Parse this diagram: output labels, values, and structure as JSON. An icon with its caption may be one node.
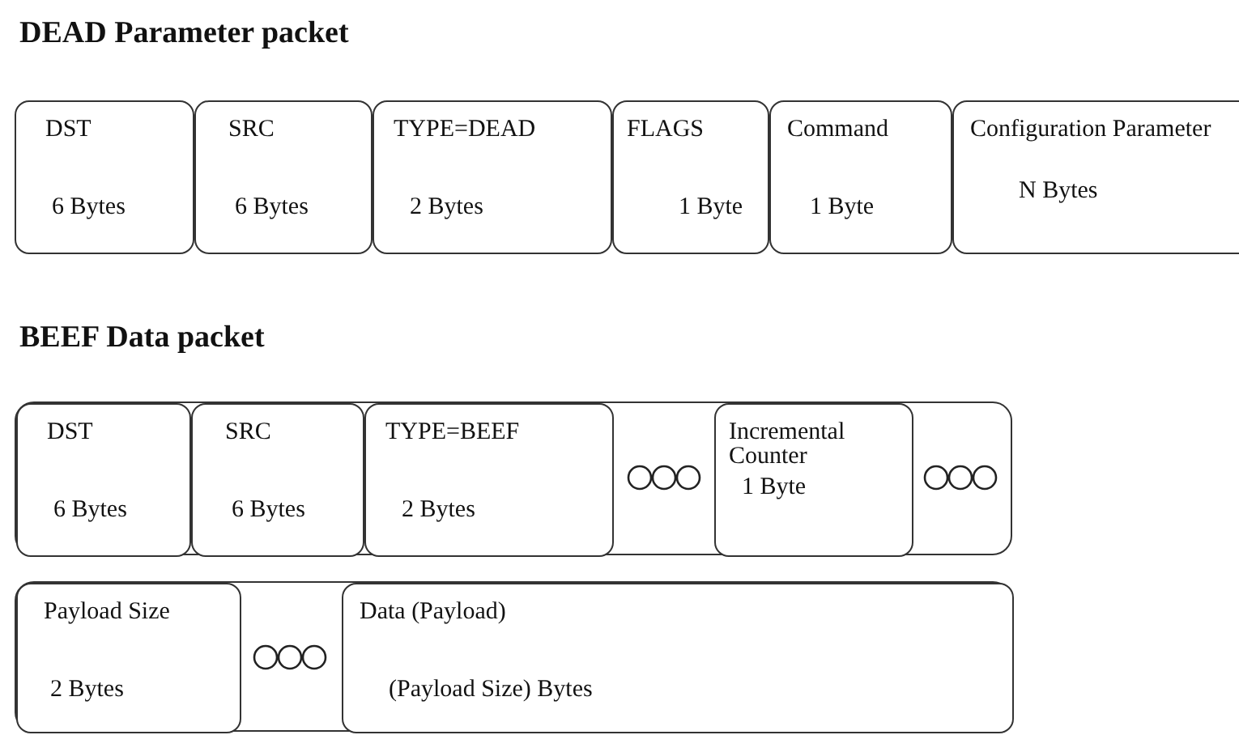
{
  "diagram": {
    "nodes": [
      {
        "text": [
          "DST",
          "6 Bytes"
        ]
      },
      {
        "text": [
          "SRC",
          "6 Bytes"
        ]
      },
      {
        "text": [
          "TYPE=DEAD",
          "2 Bytes"
        ]
      },
      {
        "text": [
          "FLAGS",
          "1 Byte"
        ]
      },
      {
        "text": [
          "Command",
          "1 Byte"
        ]
      },
      {
        "text": [
          "Configuration Parameter",
          "N Bytes"
        ]
      },
      {
        "text": [],
        "shape": "box"
      },
      {
        "text": [
          "DST",
          "6 Bytes"
        ],
        "in": 6
      },
      {
        "text": [
          "SRC",
          "6 Bytes"
        ],
        "in": 6
      },
      {
        "text": [
          "TYPE=BEEF",
          "2 Bytes"
        ],
        "in": 6
      },
      {
        "text": [
          "Incremental Counter",
          "1 Byte"
        ],
        "in": 6
      },
      {
        "text": [],
        "shape": "box"
      },
      {
        "text": [
          "Payload Size",
          "2 Bytes"
        ],
        "in": 11
      },
      {
        "text": [
          "Data (Payload)",
          "(Payload Size) Bytes"
        ],
        "in": 11
      }
    ],
    "labels": [
      "DEAD Parameter packet",
      "BEEF Data packet"
    ]
  }
}
